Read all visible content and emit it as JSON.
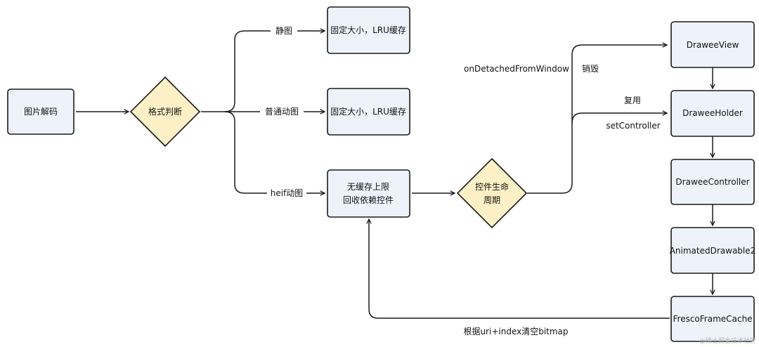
{
  "nodes": {
    "decode": "图片解码",
    "format_check": "格式判断",
    "static_cache": "固定大小，LRU缓存",
    "normal_cache": "固定大小，LRU缓存",
    "heif_cache": [
      "无缓存上限",
      "回收依赖控件"
    ],
    "lifecycle": [
      "控件生命",
      "周期"
    ],
    "drawee_view": "DraweeView",
    "drawee_holder": "DraweeHolder",
    "drawee_controller": "DraweeController",
    "animated_drawable": "AnimatedDrawable2",
    "fresco_frame_cache": "FrescoFrameCache"
  },
  "edges": {
    "static": "静图",
    "normal_anim": "普通动图",
    "heif_anim": "heif动图",
    "on_detached": "onDetachedFromWindow",
    "destroy": "销毁",
    "reuse": "复用",
    "set_controller": "setController",
    "clear_bitmap": "根据uri+index清空bitmap"
  },
  "watermark": "@稀土掘金技术社区"
}
